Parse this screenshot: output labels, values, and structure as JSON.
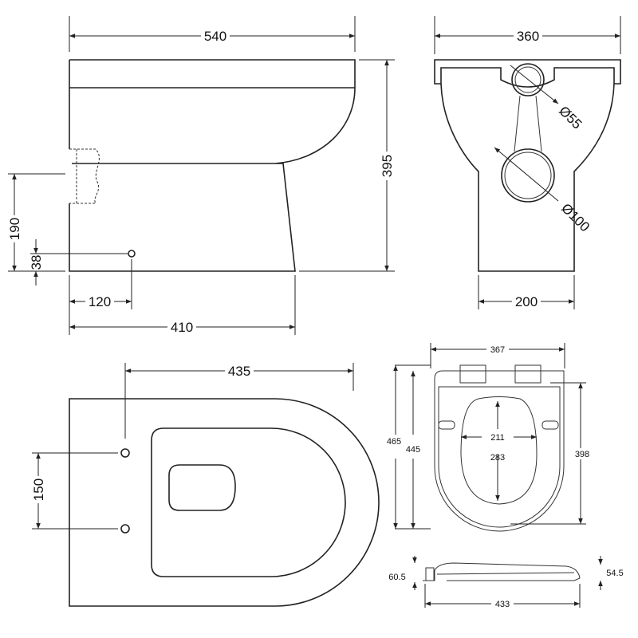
{
  "side_view": {
    "width": "540",
    "height": "395",
    "outlet_height": "190",
    "inlet_height": "38",
    "inlet_offset": "120",
    "base_depth": "410"
  },
  "front_view": {
    "width": "360",
    "pipe_small": "Ø55",
    "pipe_large": "Ø100",
    "base_width": "200"
  },
  "plan_view": {
    "depth": "435",
    "fixing_spacing": "150"
  },
  "seat": {
    "width": "367",
    "length_overall": "465",
    "length_seat": "445",
    "inner_width": "211",
    "inner_length": "283",
    "lid_length": "398",
    "height_hinge": "60.5",
    "height_front": "54.5",
    "side_length": "433"
  }
}
